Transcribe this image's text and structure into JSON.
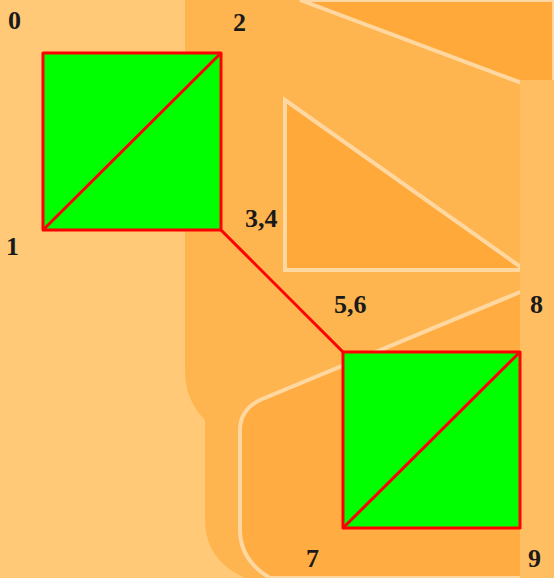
{
  "diagram": {
    "labels": [
      "0",
      "2",
      "1",
      "3,4",
      "5,6",
      "8",
      "7",
      "9"
    ]
  }
}
